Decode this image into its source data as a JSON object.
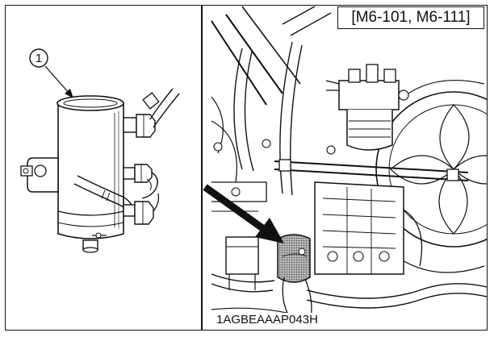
{
  "callout_number": "1",
  "reference_tag": "[M6-101, M6-111]",
  "figure_code": "1AGBEAAAP043H",
  "colors": {
    "line": "#111111",
    "background": "#ffffff",
    "shade": "#9a9a9a"
  }
}
